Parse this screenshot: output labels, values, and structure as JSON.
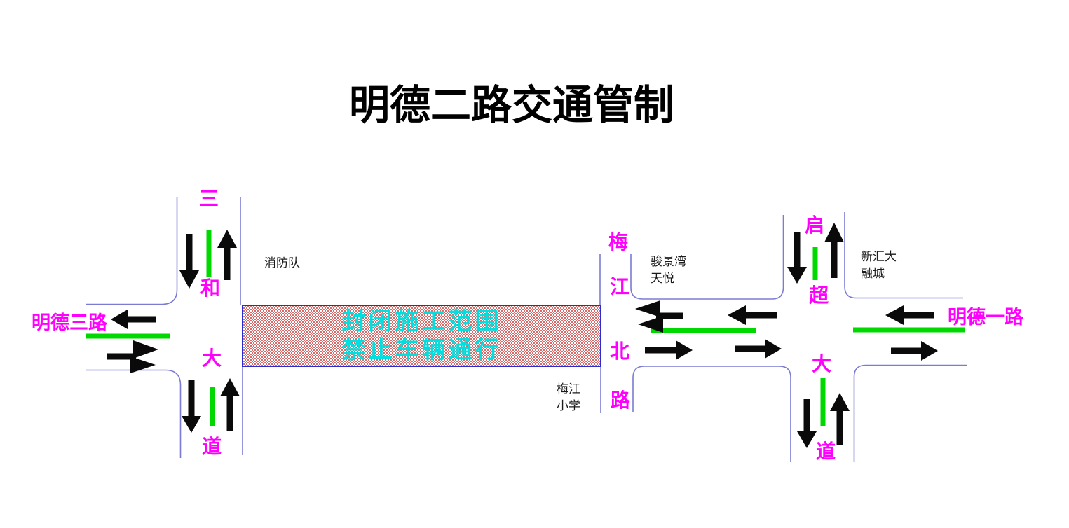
{
  "title": "明德二路交通管制",
  "colors": {
    "background": "#ffffff",
    "title_text": "#000000",
    "road_line": "#7b7bd4",
    "arrow": "#0a0a0a",
    "lane_marking": "#00d900",
    "road_name": "#ff00ff",
    "landmark_text": "#1a1a1a",
    "closure_text": "#00e0e0",
    "closure_border": "#2b2bd0",
    "closure_hatch": "#d96a6a"
  },
  "closure_zone": {
    "line1": "封闭施工范围",
    "line2": "禁止车辆通行"
  },
  "roads": {
    "sanhe_dadao": {
      "chars": [
        "三",
        "和",
        "大",
        "道"
      ]
    },
    "meijiang_beilu": {
      "chars": [
        "梅",
        "江",
        "北",
        "路"
      ]
    },
    "qichao_dadao": {
      "chars": [
        "启",
        "超",
        "大",
        "道"
      ]
    },
    "mingde_sanlu": {
      "label": "明德三路"
    },
    "mingde_yilu": {
      "label": "明德一路"
    }
  },
  "landmarks": {
    "fire_station": {
      "lines": [
        "消防队"
      ]
    },
    "junjingwan_tianyue": {
      "lines": [
        "骏景湾",
        "天悦"
      ]
    },
    "xinhui_darongcheng": {
      "lines": [
        "新汇大",
        "融城"
      ]
    },
    "meijiang_school": {
      "lines": [
        "梅江",
        "小学"
      ]
    }
  }
}
